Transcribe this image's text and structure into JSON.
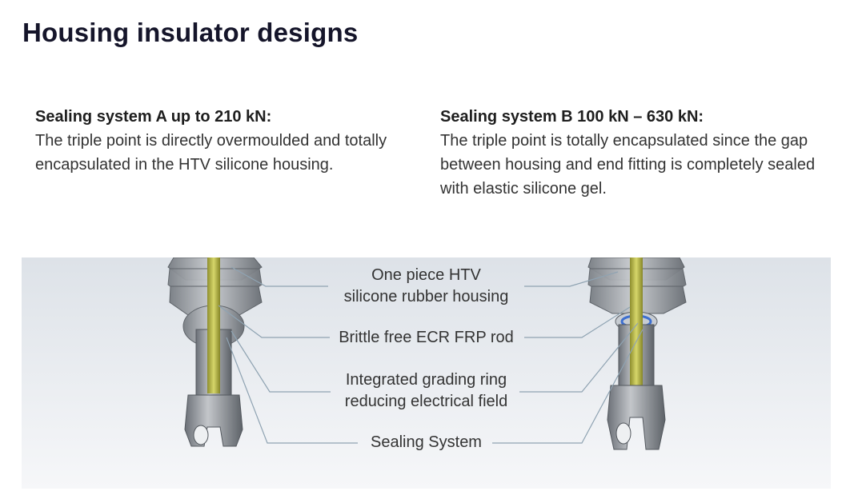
{
  "page": {
    "title": "Housing insulator designs"
  },
  "system_a": {
    "heading": "Sealing system A up to 210 kN:",
    "body": "The triple point is directly overmoulded and totally encapsulated in the HTV silicone housing."
  },
  "system_b": {
    "heading": "Sealing system B 100 kN – 630 kN:",
    "body": "The triple point is totally encapsulated since the gap between housing and end fitting is completely sealed with elastic silicone gel."
  },
  "diagram": {
    "callouts": [
      {
        "line1": "One piece HTV",
        "line2": "silicone rubber housing"
      },
      {
        "line1": "Brittle free ECR FRP rod",
        "line2": ""
      },
      {
        "line1": "Integrated grading ring",
        "line2": "reducing electrical field"
      },
      {
        "line1": "Sealing System",
        "line2": ""
      }
    ],
    "colors": {
      "background_top": "#dfe4ea",
      "background_bottom": "#f6f7f9",
      "rod": "#b8b84a",
      "metal": "#8a8f96",
      "leader_line": "#8aa0b0",
      "gel_ring": "#3d6fd0"
    }
  }
}
